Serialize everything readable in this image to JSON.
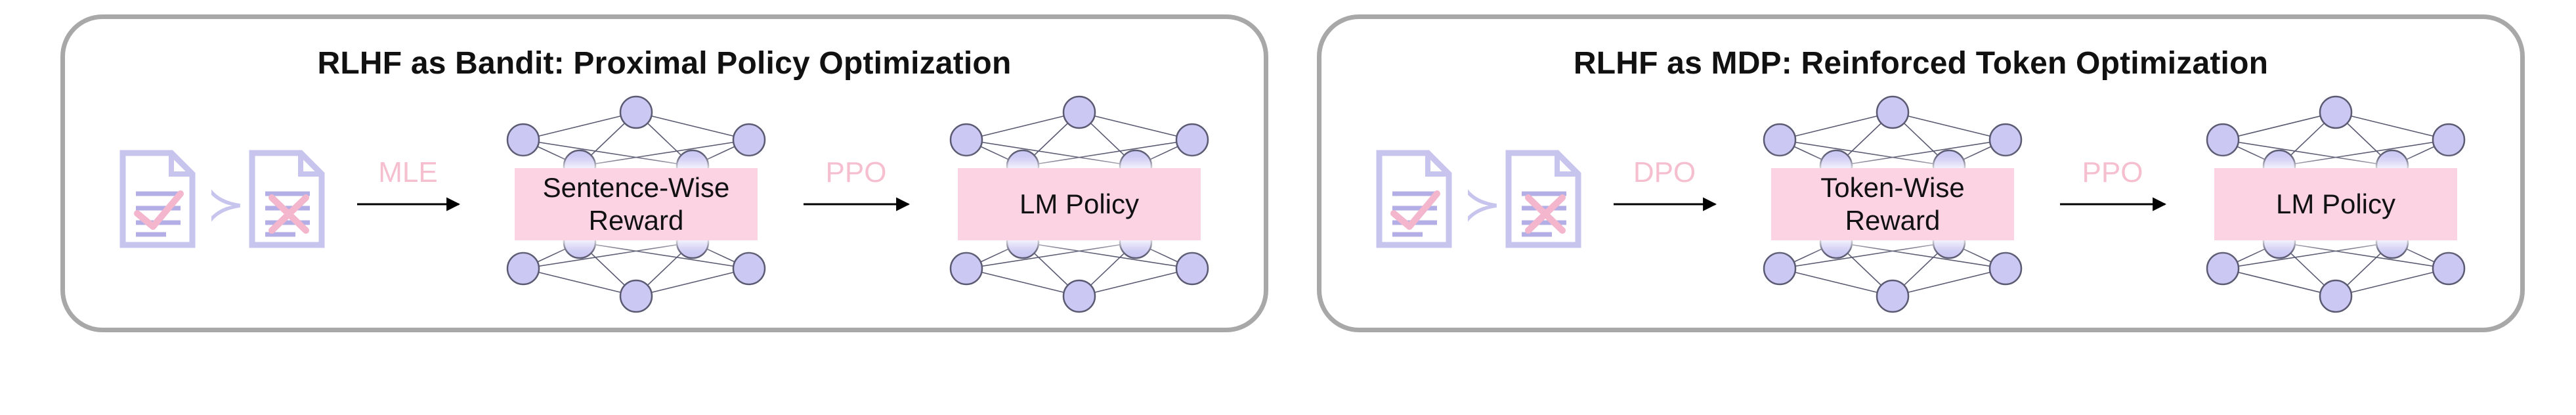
{
  "panels": [
    {
      "title": "RLHF as Bandit: Proximal Policy Optimization",
      "step1_label": "MLE",
      "box1_lines": [
        "Sentence-Wise",
        "Reward"
      ],
      "step2_label": "PPO",
      "box2_lines": [
        "LM Policy"
      ]
    },
    {
      "title": "RLHF as MDP: Reinforced Token Optimization",
      "step1_label": "DPO",
      "box1_lines": [
        "Token-Wise",
        "Reward"
      ],
      "step2_label": "PPO",
      "box2_lines": [
        "LM Policy"
      ]
    }
  ],
  "colors": {
    "border": "#a8a8a8",
    "doc": "#c7c4ee",
    "doc_lines": "#b3aee6",
    "mark": "#f3b6cc",
    "node_fill": "#cbc8f3",
    "node_stroke": "#5a5a72",
    "box_fill": "#fbd3e3",
    "step_label": "#f6bfd0",
    "arrow": "#000000",
    "text": "#111111"
  },
  "icons": [
    "preferred-document-icon",
    "greater-than-icon",
    "rejected-document-icon",
    "neural-network-icon"
  ]
}
